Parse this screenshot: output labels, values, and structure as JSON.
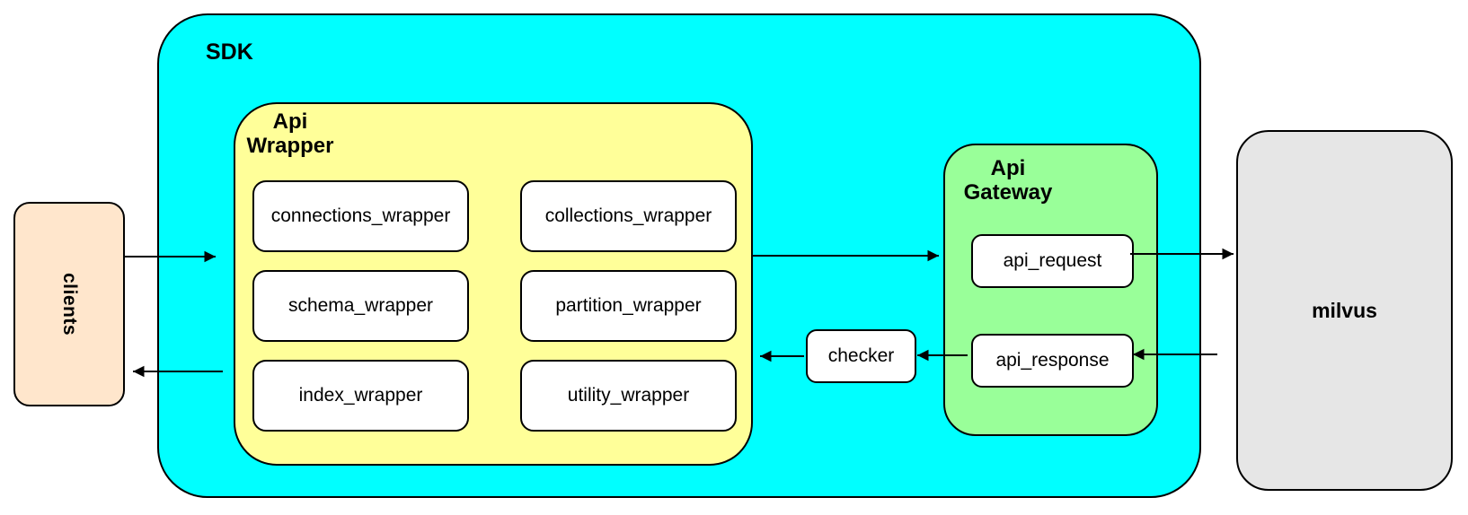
{
  "nodes": {
    "clients": {
      "label": "clients"
    },
    "sdk": {
      "label": "SDK"
    },
    "api_wrapper": {
      "label_lines": [
        "Api",
        "Wrapper"
      ],
      "boxes": [
        "connections_wrapper",
        "collections_wrapper",
        "schema_wrapper",
        "partition_wrapper",
        "index_wrapper",
        "utility_wrapper"
      ]
    },
    "checker": {
      "label": "checker"
    },
    "api_gateway": {
      "label_lines": [
        "Api",
        "Gateway"
      ],
      "boxes": [
        "api_request",
        "api_response"
      ]
    },
    "milvus": {
      "label": "milvus"
    }
  },
  "colors": {
    "sdk_fill": "#00FFFF",
    "api_wrapper_fill": "#FFFF99",
    "api_gateway_fill": "#99FF99",
    "clients_fill": "#FFE6CC",
    "milvus_fill": "#E6E6E6",
    "inner_node_fill": "#FFFFFF",
    "border": "#000000"
  }
}
